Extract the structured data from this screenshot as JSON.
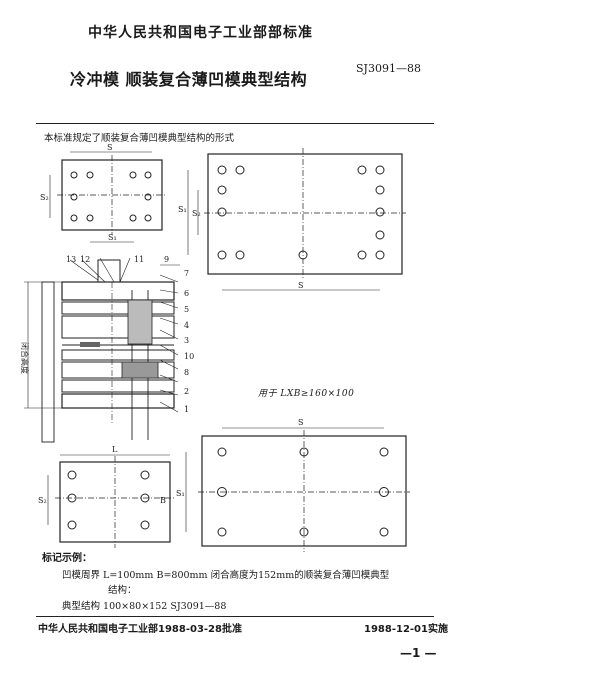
{
  "header": {
    "ministry": "中华人民共和国电子工业部部标准",
    "title": "冷冲模 顺装复合薄凹模典型结构",
    "code": "SJ3091—88"
  },
  "intro": "本标准规定了顺装复合薄凹模典型结构的形式",
  "drawing": {
    "dim_labels": {
      "S": "S",
      "S1": "S₁",
      "S2": "S₂",
      "L": "L",
      "B": "B",
      "closed_height": "闭合高度"
    },
    "part_numbers": [
      "13",
      "12",
      "11",
      "9",
      "7",
      "6",
      "5",
      "4",
      "3",
      "10",
      "8",
      "2",
      "1"
    ],
    "handwritten_note": "用于 LXB≥160×100"
  },
  "marking": {
    "heading": "标记示例：",
    "line1": "凹模周界  L=100mm  B=800mm  闭合高度为152mm的顺装复合薄凹模典型",
    "line2": "结构：",
    "line3": "典型结构  100×80×152  SJ3091—88"
  },
  "footer": {
    "approval": "中华人民共和国电子工业部1988-03-28批准",
    "implementation": "1988-12-01实施",
    "page": "—1 —"
  }
}
